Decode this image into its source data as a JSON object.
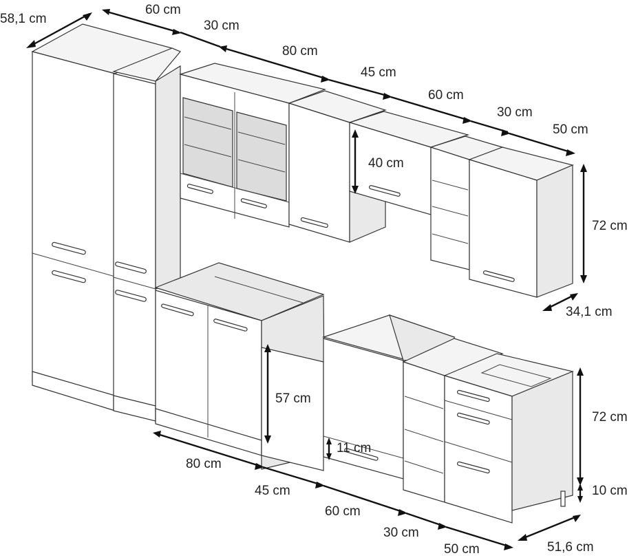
{
  "dimensions": {
    "top_depth": "58,1 cm",
    "top_widths": [
      "60 cm",
      "30 cm",
      "80 cm",
      "45 cm",
      "60 cm",
      "30 cm",
      "50 cm"
    ],
    "wall_flap_height": "40 cm",
    "wall_height": "72 cm",
    "wall_depth": "34,1 cm",
    "sink_opening_height": "57 cm",
    "oven_drawer_height": "11 cm",
    "base_height": "72 cm",
    "plinth_height": "10 cm",
    "bottom_widths": [
      "80 cm",
      "45 cm",
      "60 cm",
      "30 cm",
      "50 cm"
    ],
    "base_depth": "51,6 cm"
  },
  "colors": {
    "line": "#333333",
    "arrow": "#111111",
    "panel": "#ffffff",
    "glass": "#dcdcdc"
  }
}
